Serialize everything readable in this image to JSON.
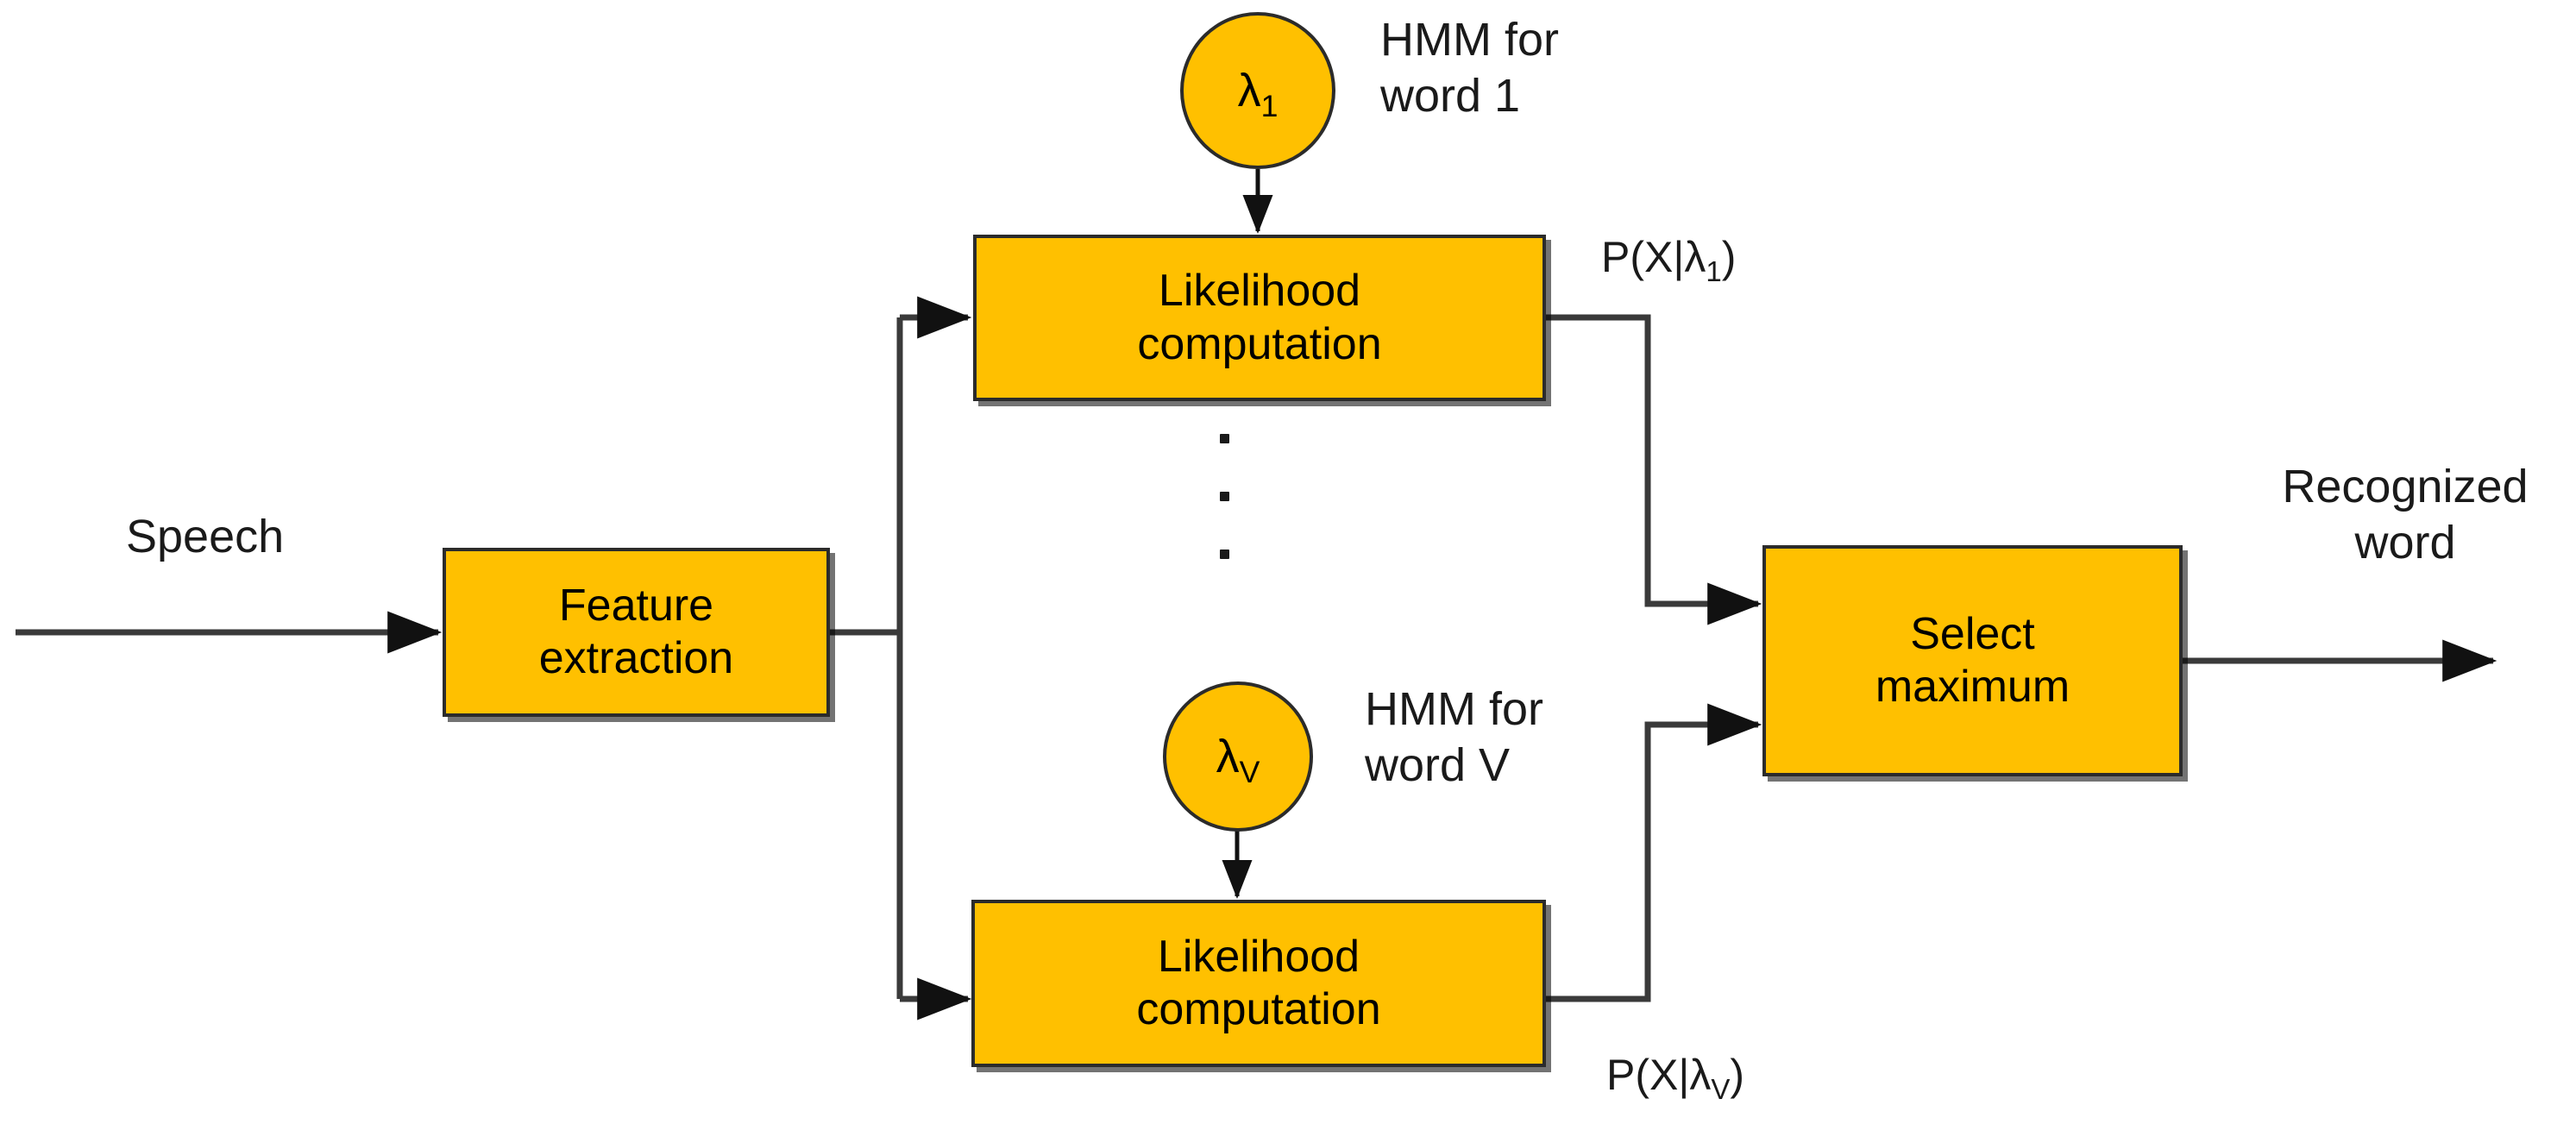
{
  "diagram": {
    "title": "HMM-based isolated word recognition block diagram",
    "colors": {
      "node_fill": "#FFC000",
      "node_border": "#2b2b2b",
      "line": "#3a3a3a",
      "text": "#1a1a1a",
      "background": "#FFFFFF"
    },
    "input_label": "Speech",
    "output_label": {
      "line1": "Recognized",
      "line2": "word"
    },
    "blocks": [
      {
        "id": "feature-extraction",
        "line1": "Feature",
        "line2": "extraction"
      },
      {
        "id": "likelihood-computation-top",
        "line1": "Likelihood",
        "line2": "computation"
      },
      {
        "id": "likelihood-computation-bottom",
        "line1": "Likelihood",
        "line2": "computation"
      },
      {
        "id": "select-maximum",
        "line1": "Select",
        "line2": "maximum"
      }
    ],
    "models": [
      {
        "id": "hmm-word-1",
        "symbol": "λ",
        "subscript": "1",
        "caption_line1": "HMM for",
        "caption_line2": "word  1"
      },
      {
        "id": "hmm-word-v",
        "symbol": "λ",
        "subscript": "V",
        "caption_line1": "HMM for",
        "caption_line2": "word V"
      }
    ],
    "probability_labels": [
      {
        "id": "p-x-given-lambda-1",
        "prefix": "P(X|λ",
        "subscript": "1",
        "suffix": ")"
      },
      {
        "id": "p-x-given-lambda-v",
        "prefix": "P(X|λ",
        "subscript": "V",
        "suffix": ")"
      }
    ],
    "ellipsis": {
      "id": "vertical-ellipsis",
      "dot_count": 3
    }
  }
}
